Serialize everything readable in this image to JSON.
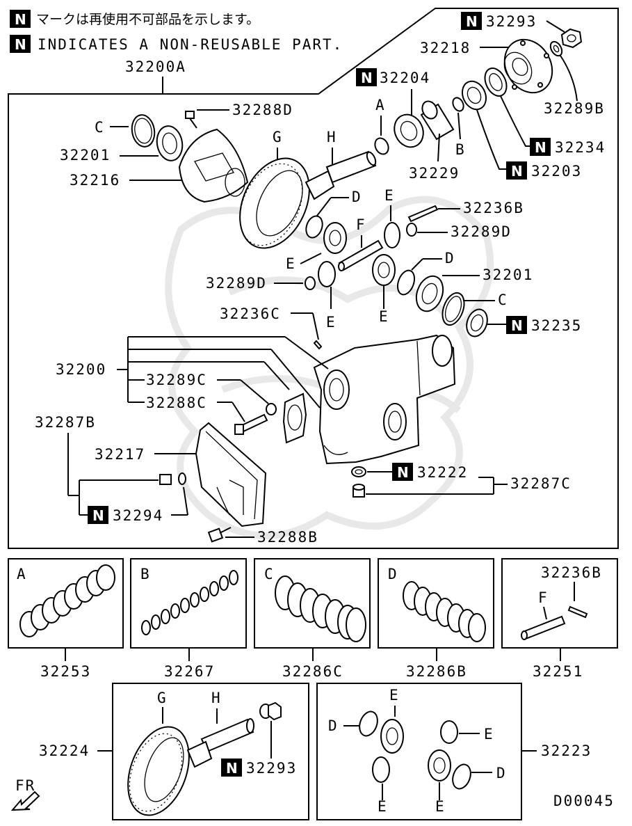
{
  "notes": {
    "jp": "マークは再使用不可部品を示します。",
    "en": "INDICATES A NON-REUSABLE PART.",
    "n_badge": "N"
  },
  "assembly": "32200A",
  "main_parts": {
    "p32293a": "32293",
    "p32218": "32218",
    "p32204": "32204",
    "p32289b": "32289B",
    "p32288d": "32288D",
    "p32234": "32234",
    "p32201a": "32201",
    "p32216": "32216",
    "p32229": "32229",
    "p32203": "32203",
    "p32236b": "32236B",
    "p32289d_a": "32289D",
    "p32289d_b": "32289D",
    "p32201b": "32201",
    "p32236c": "32236C",
    "p32235": "32235",
    "p32200": "32200",
    "p32289c": "32289C",
    "p32288c": "32288C",
    "p32287b": "32287B",
    "p32217": "32217",
    "p32222": "32222",
    "p32287c": "32287C",
    "p32294": "32294",
    "p32288b": "32288B"
  },
  "letters": {
    "A": "A",
    "B": "B",
    "C": "C",
    "D": "D",
    "E": "E",
    "F": "F",
    "G": "G",
    "H": "H"
  },
  "kits": [
    {
      "letter": "A",
      "part": "32253"
    },
    {
      "letter": "B",
      "part": "32267"
    },
    {
      "letter": "C",
      "part": "32286C"
    },
    {
      "letter": "D",
      "part": "32286B"
    },
    {
      "letter": "F",
      "part": "32251",
      "extra": "32236B"
    }
  ],
  "gearset": {
    "part": "32224",
    "nut": "32293"
  },
  "diffgears": {
    "part": "32223"
  },
  "fr_label": "FR",
  "code": "D00045"
}
